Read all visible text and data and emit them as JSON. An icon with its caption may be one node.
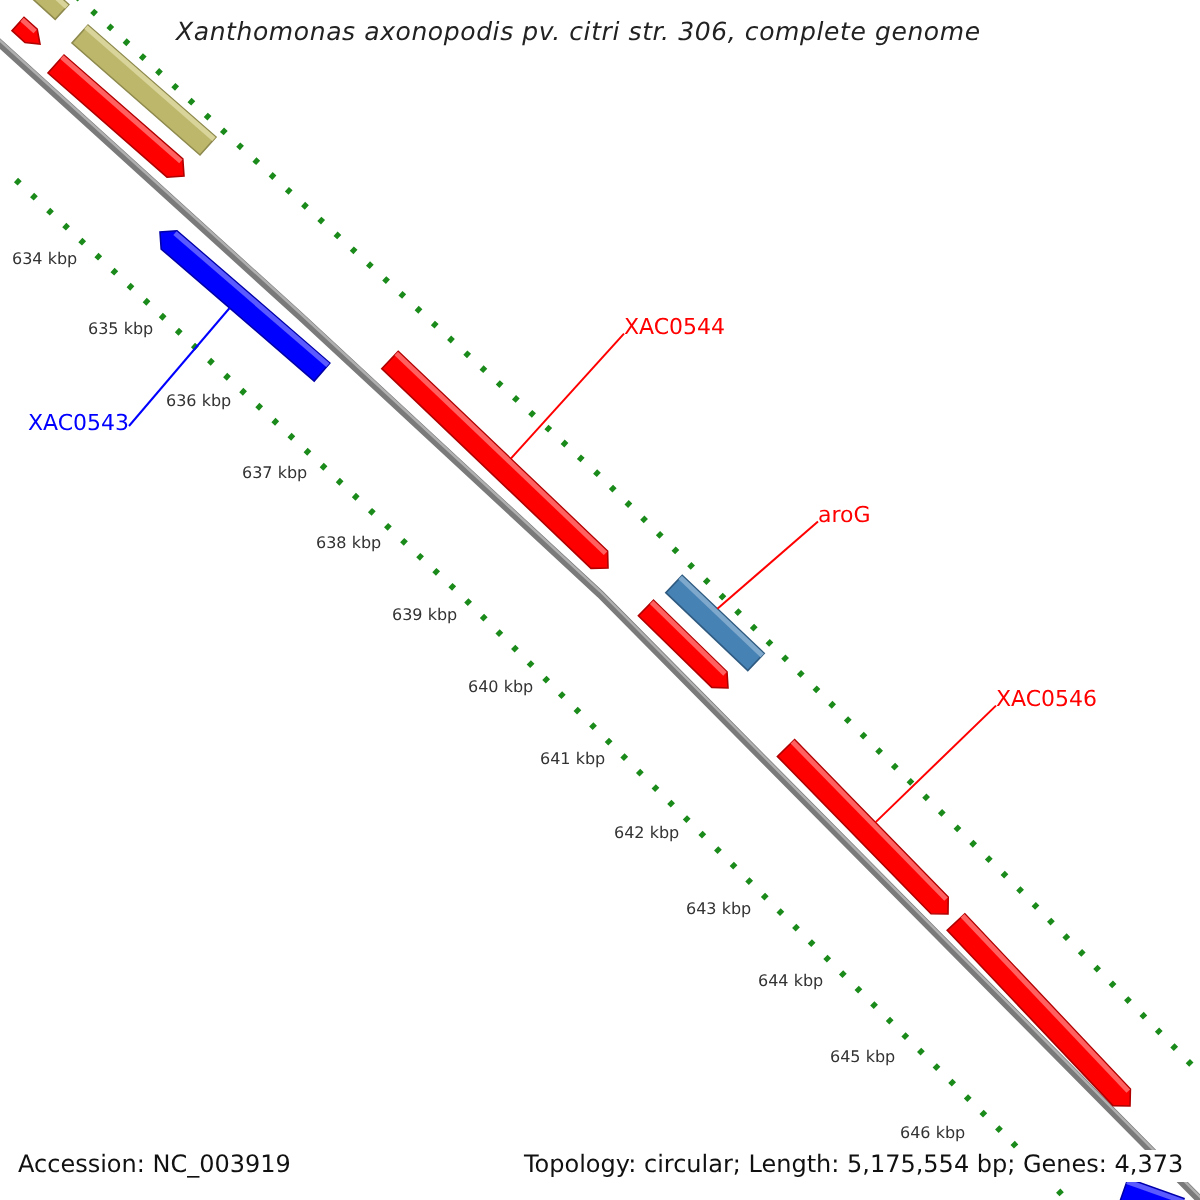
{
  "diagram": {
    "title": "Xanthomonas axonopodis pv. citri str. 306, complete genome",
    "nodes": [
      {
        "text": [],
        "shape": "bar"
      },
      {
        "text": [],
        "shape": "bar"
      },
      {
        "text": [],
        "shape": "bar"
      },
      {
        "text": [],
        "shape": "bar"
      },
      {
        "text": [],
        "shape": "bar"
      },
      {
        "text": [
          "XAC0543"
        ]
      },
      {
        "text": [
          "XAC0544"
        ]
      },
      {
        "text": [],
        "shape": "bar"
      },
      {
        "text": [
          "aroG"
        ]
      },
      {
        "text": [],
        "shape": "bar"
      },
      {
        "text": [],
        "shape": "bar"
      },
      {
        "text": [
          "XAC0546"
        ]
      },
      {
        "text": [],
        "shape": "bar"
      },
      {
        "text": [],
        "shape": "bar"
      },
      {
        "text": [],
        "shape": "bar"
      }
    ],
    "edges": [
      {
        "from": 5,
        "to": 4,
        "arrow": "none",
        "color": "#0000ff"
      },
      {
        "from": 6,
        "to": 7,
        "arrow": "none"
      },
      {
        "from": 8,
        "to": 9,
        "arrow": "none"
      },
      {
        "from": 11,
        "to": 12,
        "arrow": "none"
      }
    ],
    "labels": [
      "634 kbp",
      "635 kbp",
      "636 kbp",
      "637 kbp",
      "638 kbp",
      "639 kbp",
      "640 kbp",
      "641 kbp",
      "642 kbp",
      "643 kbp",
      "644 kbp",
      "645 kbp",
      "646 kbp",
      "Accession: NC_003919",
      "Topology: circular; Length: 5,175,554 bp; Genes: 4,373"
    ]
  }
}
